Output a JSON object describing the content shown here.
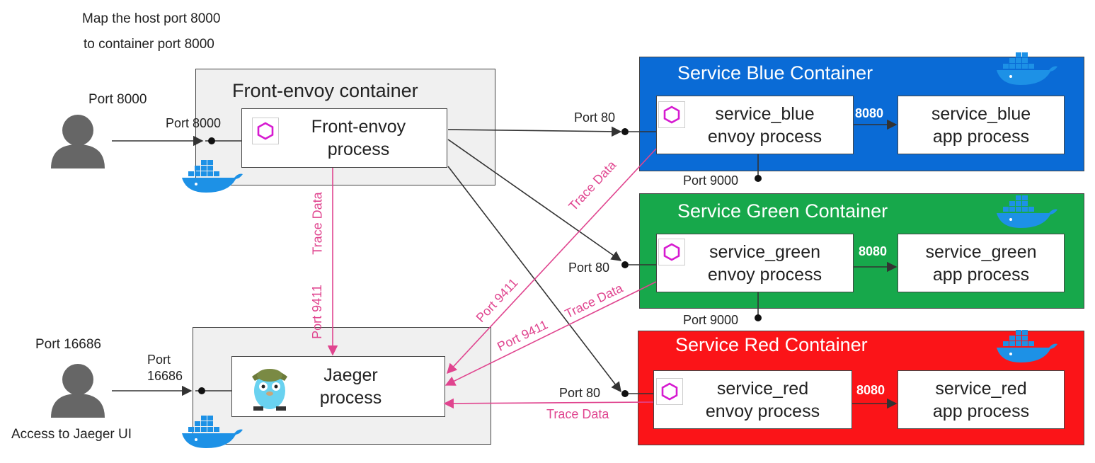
{
  "notes": {
    "map_line1": "Map the host port 8000",
    "map_line2": "to container port 8000",
    "port_8000_user": "Port 8000",
    "port_16686_user": "Port 16686",
    "access_jaeger": "Access to Jaeger UI"
  },
  "front_envoy": {
    "title": "Front-envoy container",
    "process_line1": "Front-envoy",
    "process_line2": "process",
    "port_label": "Port 8000"
  },
  "jaeger": {
    "process_line1": "Jaeger",
    "process_line2": "process",
    "port_line1": "Port",
    "port_line2": "16686"
  },
  "services": [
    {
      "title": "Service Blue Container",
      "envoy_line1": "service_blue",
      "envoy_line2": "envoy process",
      "app_line1": "service_blue",
      "app_line2": "app process",
      "app_port": "8080",
      "port_in": "Port 80",
      "admin_port": "Port 9000",
      "color": "#0a6bd6"
    },
    {
      "title": "Service Green Container",
      "envoy_line1": "service_green",
      "envoy_line2": "envoy process",
      "app_line1": "service_green",
      "app_line2": "app process",
      "app_port": "8080",
      "port_in": "Port 80",
      "admin_port": "Port 9000",
      "color": "#17a84b"
    },
    {
      "title": "Service Red Container",
      "envoy_line1": "service_red",
      "envoy_line2": "envoy process",
      "app_line1": "service_red",
      "app_line2": "app process",
      "app_port": "8080",
      "port_in": "Port 80",
      "color": "#fb1418"
    }
  ],
  "trace_labels": {
    "front_vertical": "Trace Data",
    "front_port": "Port 9411",
    "blue_trace": "Trace Data",
    "blue_port": "Port 9411",
    "green_trace": "Trace Data",
    "green_port": "Port 9411",
    "red_trace": "Trace Data"
  },
  "colors": {
    "trace": "#e0458f",
    "arrow": "#333333",
    "container_gray": "#f0f0f0",
    "docker": "#1d91e6",
    "envoy_hex": "#d61ad0"
  },
  "icons": [
    "user-icon",
    "envoy-hexagon-icon",
    "docker-whale-icon",
    "jaeger-gopher-icon"
  ]
}
